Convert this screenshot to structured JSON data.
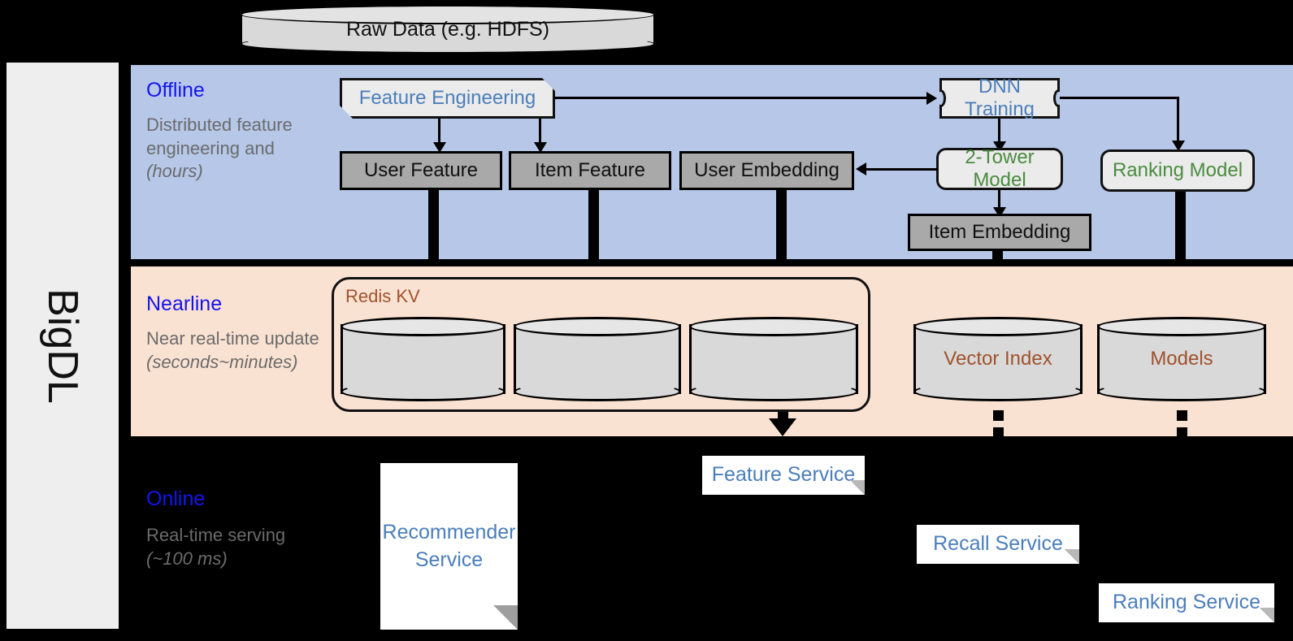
{
  "diagram": {
    "framework_label": "BigDL",
    "source": {
      "label": "Raw Data (e.g. HDFS)"
    },
    "bands": [
      {
        "id": "offline",
        "title": "Offline",
        "subtitle": "Distributed feature engineering and ",
        "subtitle_italic": "(hours)",
        "bg_color": "#b6c7e8",
        "title_color": "#1414f0"
      },
      {
        "id": "nearline",
        "title": "Nearline",
        "subtitle": "Near real-time update ",
        "subtitle_italic": "(seconds~minutes)",
        "bg_color": "#fae2d2",
        "title_color": "#1414f0"
      },
      {
        "id": "online",
        "title": "Online",
        "subtitle": "Real-time serving ",
        "subtitle_italic": "(~100 ms)",
        "bg_color": "#000000",
        "title_color": "#1414f0"
      }
    ],
    "offline_nodes": {
      "feature_engineering": "Feature Engineering",
      "dnn_training": "DNN Training",
      "user_feature": "User Feature",
      "item_feature": "Item Feature",
      "user_embedding": "User Embedding",
      "two_tower_model": "2-Tower Model",
      "ranking_model": "Ranking Model",
      "item_embedding": "Item Embedding"
    },
    "nearline_nodes": {
      "redis_kv": "Redis KV",
      "store_user_feature": "",
      "store_item_feature": "",
      "store_user_embedding": "",
      "vector_index": "Vector Index",
      "models": "Models"
    },
    "online_nodes": {
      "recommender_service": "Recommender Service",
      "feature_service": "Feature Service",
      "recall_service": "Recall Service",
      "ranking_service": "Ranking Service"
    },
    "colors": {
      "offline_bg": "#b6c7e8",
      "nearline_bg": "#fae2d2",
      "online_bg": "#000000",
      "band_title": "#1414f0",
      "band_subtitle": "#6b6b6b",
      "blue_text": "#4a7ebb",
      "green_text": "#4a8c3f",
      "brown_text": "#a0522d",
      "grey_node": "#a9a9a9",
      "light_node": "#ebebeb",
      "rail_bg": "#eeeeee"
    }
  }
}
